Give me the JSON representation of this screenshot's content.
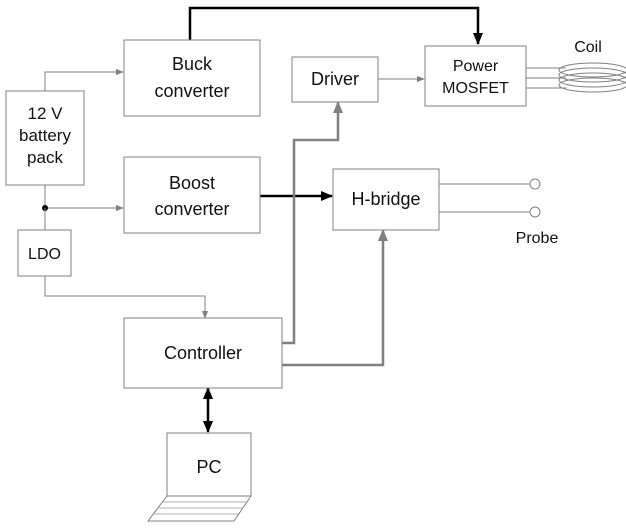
{
  "blocks": {
    "battery": [
      "12 V",
      "battery",
      "pack"
    ],
    "ldo": "LDO",
    "buck": [
      "Buck",
      "converter"
    ],
    "boost": [
      "Boost",
      "converter"
    ],
    "driver": "Driver",
    "mosfet": [
      "Power",
      "MOSFET"
    ],
    "hbridge": "H-bridge",
    "controller": "Controller",
    "pc": "PC"
  },
  "labels": {
    "coil": "Coil",
    "probe": "Probe"
  },
  "colors": {
    "thin_line": "#808080",
    "signal_line": "#808080",
    "power_line": "#000000"
  }
}
